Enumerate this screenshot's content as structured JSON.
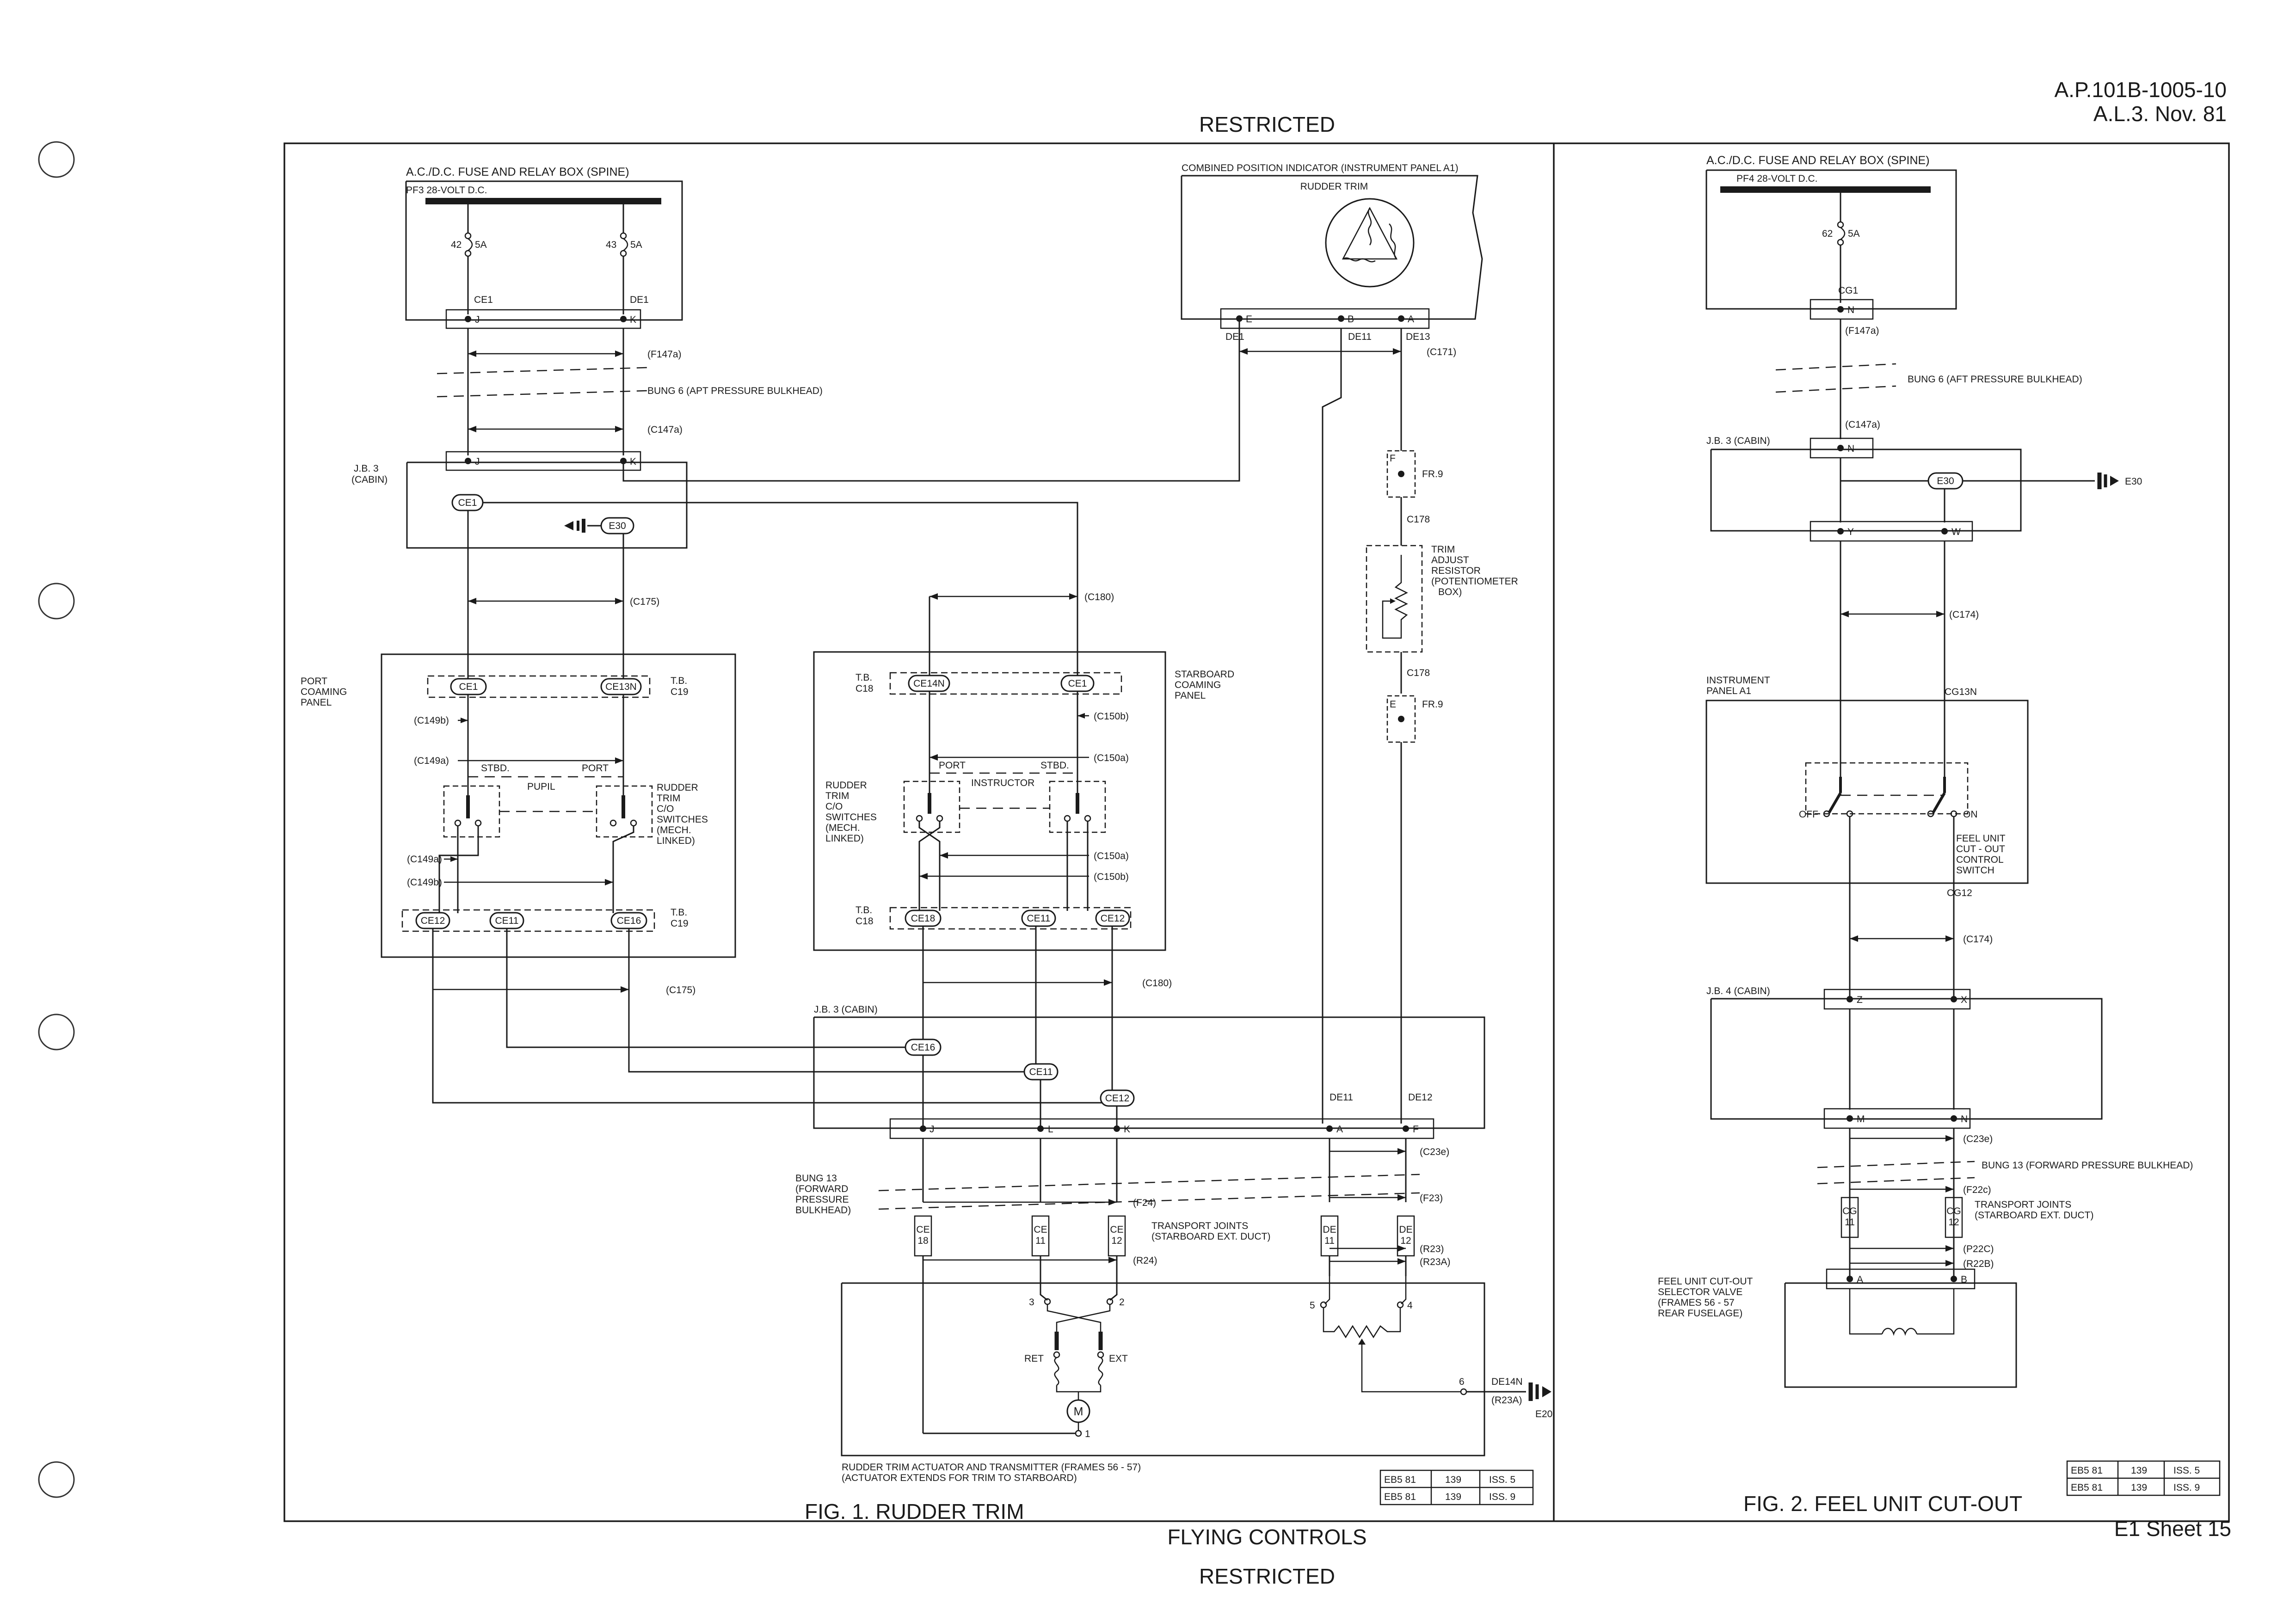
{
  "header": {
    "doc_ref": "A.P.101B-1005-10",
    "amendment": "A.L.3.  Nov. 81",
    "classification_top": "RESTRICTED"
  },
  "footer": {
    "section": "FLYING CONTROLS",
    "classification_bottom": "RESTRICTED",
    "sheet": "E1 Sheet 15"
  },
  "fig1": {
    "caption": "FIG. 1.  RUDDER TRIM",
    "fuse_box": {
      "title": "A.C./D.C. FUSE AND RELAY BOX (SPINE)",
      "bus": "PF3  28-VOLT D.C.",
      "fuse1_no": "42",
      "fuse1_rating": "5A",
      "fuse2_no": "43",
      "fuse2_rating": "5A",
      "pin_j": "J",
      "pin_k": "K",
      "wire_ce1": "CE1",
      "wire_de1": "DE1"
    },
    "cable_f147a": "(F147a)",
    "bung6": "BUNG 6 (APT PRESSURE BULKHEAD)",
    "cable_c147a": "(C147a)",
    "jb3_top": {
      "title": "J.B. 3",
      "subtitle": "(CABIN)",
      "pin_j": "J",
      "pin_k": "K",
      "ce1": "CE1",
      "e30": "E30"
    },
    "cable_c175_top": "(C175)",
    "cable_c180_top": "(C180)",
    "port_panel": {
      "title_1": "PORT",
      "title_2": "COAMING",
      "title_3": "PANEL",
      "tb_title": "T.B.",
      "tb_no": "C19",
      "ce1": "CE1",
      "ce13n": "CE13N",
      "c149b_top": "(C149b)",
      "c149a_top": "(C149a)",
      "stbd": "STBD.",
      "port": "PORT",
      "pupil": "PUPIL",
      "sw_1": "RUDDER",
      "sw_2": "TRIM",
      "sw_3": "C/O",
      "sw_4": "SWITCHES",
      "sw_5": "(MECH.",
      "sw_6": "LINKED)",
      "c149a_bot": "(C149a)",
      "c149b_bot": "(C149b)",
      "ce12": "CE12",
      "ce11": "CE11",
      "ce16": "CE16",
      "tb2_title": "T.B.",
      "tb2_no": "C19"
    },
    "stbd_panel": {
      "title_1": "STARBOARD",
      "title_2": "COAMING",
      "title_3": "PANEL",
      "tb_title": "T.B.",
      "tb_no": "C18",
      "ce14n": "CE14N",
      "ce1": "CE1",
      "c150b_top": "(C150b)",
      "c150a_top": "(C150a)",
      "port": "PORT",
      "stbd": "STBD.",
      "instructor": "INSTRUCTOR",
      "sw_1": "RUDDER",
      "sw_2": "TRIM",
      "sw_3": "C/O",
      "sw_4": "SWITCHES",
      "sw_5": "(MECH.",
      "sw_6": "LINKED)",
      "c150a_bot": "(C150a)",
      "c150b_bot": "(C150b)",
      "tb2_title": "T.B.",
      "tb2_no": "C18",
      "ce18": "CE18",
      "ce11": "CE11",
      "ce12": "CE12"
    },
    "cable_c175_mid": "(C175)",
    "cable_c180_mid": "(C180)",
    "jb3_low": {
      "title": "J.B. 3 (CABIN)",
      "ce16": "CE16",
      "ce11": "CE11",
      "ce12": "CE12",
      "de11": "DE11",
      "de12": "DE12",
      "pin_j": "J",
      "pin_l": "L",
      "pin_k": "K",
      "pin_a": "A",
      "pin_f": "F"
    },
    "cable_c23e": "(C23e)",
    "bung13": {
      "l1": "BUNG 13",
      "l2": "(FORWARD",
      "l3": "PRESSURE",
      "l4": "BULKHEAD)"
    },
    "cable_f24": "(F24)",
    "cable_f23": "(F23)",
    "transport": {
      "l1": "TRANSPORT JOINTS",
      "l2": "(STARBOARD EXT. DUCT)"
    },
    "tj_ce18": [
      "CE",
      "18"
    ],
    "tj_ce11": [
      "CE",
      "11"
    ],
    "tj_ce12": [
      "CE",
      "12"
    ],
    "tj_de11": [
      "DE",
      "11"
    ],
    "tj_de12": [
      "DE",
      "12"
    ],
    "cable_r24": "(R24)",
    "cable_r23": "(R23)",
    "cable_r23a": "(R23A)",
    "indicator": {
      "title": "COMBINED POSITION INDICATOR (INSTRUMENT PANEL A1)",
      "rudder_trim": "RUDDER TRIM",
      "pin_e": "E",
      "pin_b": "B",
      "pin_a": "A",
      "de1": "DE1",
      "de11": "DE11",
      "de13": "DE13",
      "cable_c171": "(C171)"
    },
    "fr9_top": {
      "pin": "F",
      "label": "FR.9"
    },
    "c178_top": "C178",
    "resistor": {
      "l1": "TRIM",
      "l2": "ADJUST",
      "l3": "RESISTOR",
      "l4": "(POTENTIOMETER",
      "l5": "BOX)"
    },
    "c178_bot": "C178",
    "fr9_bot": {
      "pin": "E",
      "label": "FR.9"
    },
    "actuator": {
      "t3": "3",
      "t2": "2",
      "t5": "5",
      "t4": "4",
      "t6": "6",
      "t1": "1",
      "ret": "RET",
      "ext": "EXT",
      "motor": "M",
      "de14n": "DE14N",
      "r23a": "(R23A)",
      "e20": "E20",
      "title": "RUDDER TRIM ACTUATOR AND TRANSMITTER (FRAMES 56 - 57)",
      "subtitle": "(ACTUATOR EXTENDS FOR TRIM TO STARBOARD)"
    },
    "ref_table": [
      [
        "EB5 81",
        "139",
        "ISS. 5"
      ],
      [
        "EB5 81",
        "139",
        "ISS. 9"
      ]
    ]
  },
  "fig2": {
    "caption": "FIG. 2. FEEL UNIT CUT-OUT",
    "fuse_box": {
      "title": "A.C./D.C. FUSE AND RELAY BOX (SPINE)",
      "bus": "PF4  28-VOLT D.C.",
      "fuse_no": "62",
      "fuse_rating": "5A",
      "wire": "CG1",
      "pin_n": "N"
    },
    "cable_f147a": "(F147a)",
    "bung6": "BUNG 6 (AFT PRESSURE BULKHEAD)",
    "cable_c147a": "(C147a)",
    "jb3": {
      "title": "J.B. 3 (CABIN)",
      "pin_n": "N",
      "e30": "E30",
      "e30_earth": "E30",
      "pin_y": "Y",
      "pin_w": "W"
    },
    "cable_c174_top": "(C174)",
    "panel": {
      "l1": "INSTRUMENT",
      "l2": "PANEL A1",
      "cg13n": "CG13N",
      "off": "OFF",
      "on": "ON",
      "sw_1": "FEEL UNIT",
      "sw_2": "CUT - OUT",
      "sw_3": "CONTROL",
      "sw_4": "SWITCH",
      "cg12": "CG12"
    },
    "cable_c174_bot": "(C174)",
    "jb4": {
      "title": "J.B. 4 (CABIN)",
      "pin_z": "Z",
      "pin_x": "X",
      "pin_m": "M",
      "pin_n": "N"
    },
    "cable_c23e": "(C23e)",
    "bung13": "BUNG 13 (FORWARD PRESSURE BULKHEAD)",
    "cable_f22c": "(F22c)",
    "transport": {
      "l1": "TRANSPORT JOINTS",
      "l2": "(STARBOARD EXT. DUCT)"
    },
    "tj_cg11": [
      "CG",
      "11"
    ],
    "tj_cg12": [
      "CG",
      "12"
    ],
    "cable_p22c": "(P22C)",
    "cable_r22b": "(R22B)",
    "valve": {
      "l1": "FEEL UNIT CUT-OUT",
      "l2": "SELECTOR VALVE",
      "l3": "(FRAMES 56 - 57",
      "l4": "REAR FUSELAGE)",
      "pin_a": "A",
      "pin_b": "B"
    },
    "ref_table": [
      [
        "EB5 81",
        "139",
        "ISS. 5"
      ],
      [
        "EB5 81",
        "139",
        "ISS. 9"
      ]
    ]
  }
}
